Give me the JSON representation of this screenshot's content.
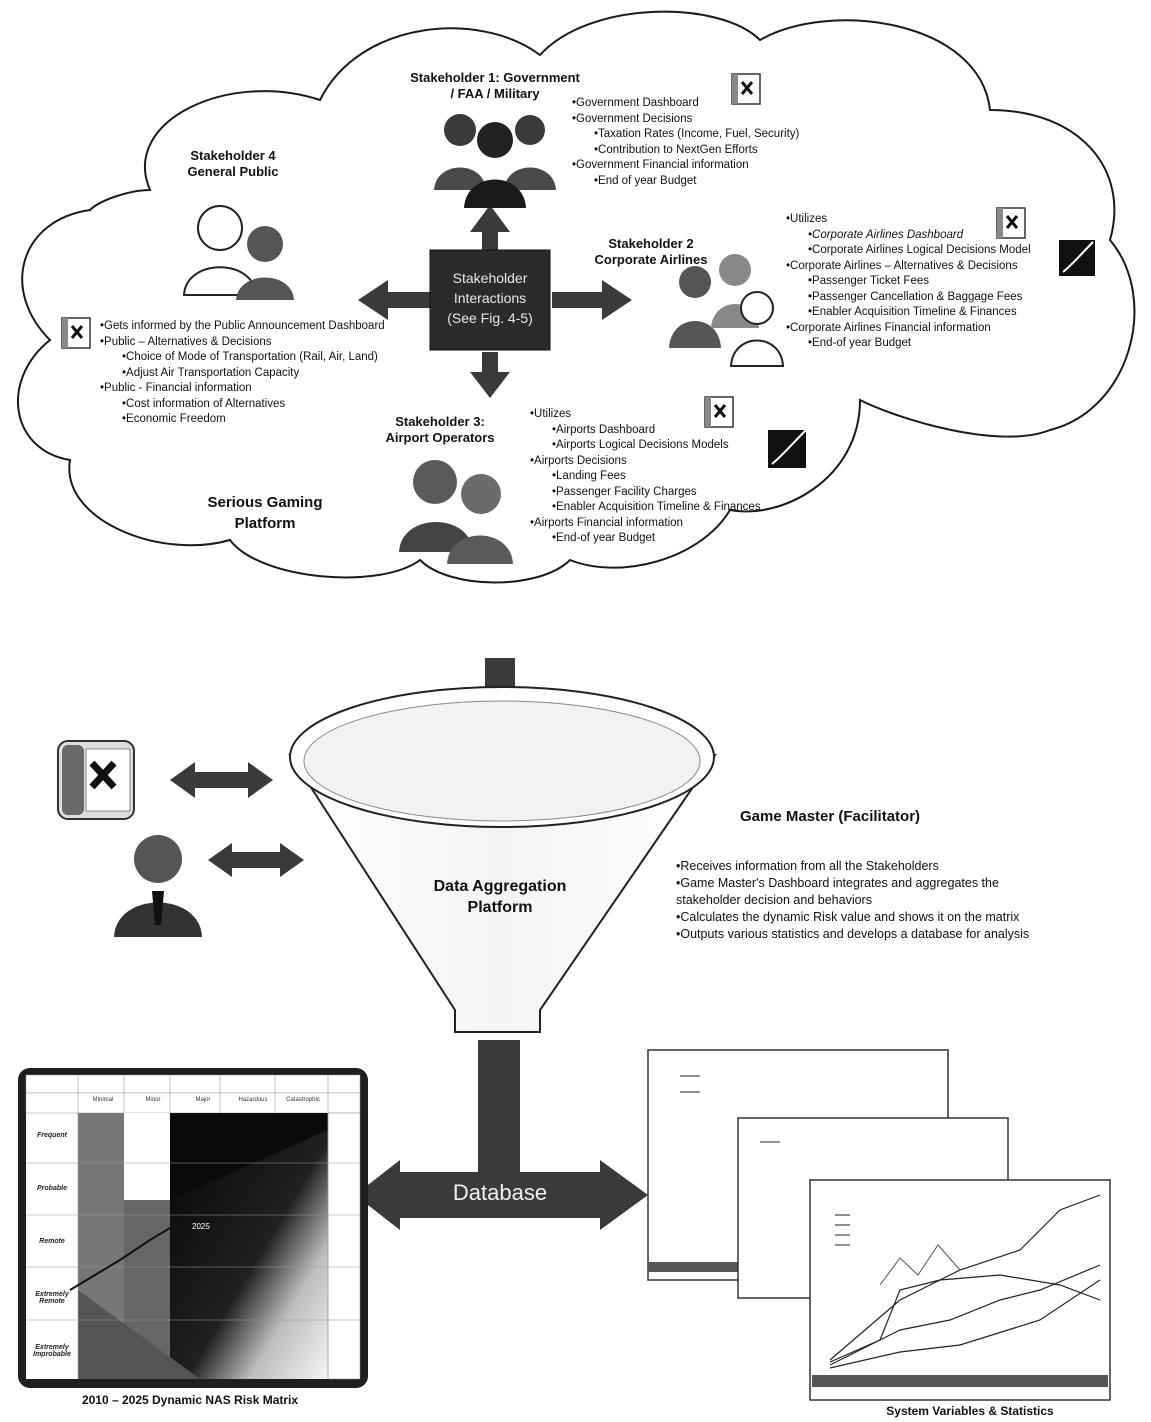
{
  "stakeholders": {
    "government": {
      "title": "Stakeholder 1: Government / FAA / Military",
      "items": [
        {
          "text": "•Government Dashboard",
          "level": 1
        },
        {
          "text": "•Government Decisions",
          "level": 1
        },
        {
          "text": "•Taxation Rates (Income, Fuel, Security)",
          "level": 2
        },
        {
          "text": "•Contribution to NextGen Efforts",
          "level": 2
        },
        {
          "text": "•Government Financial information",
          "level": 1
        },
        {
          "text": "•End of year Budget",
          "level": 2
        }
      ]
    },
    "public": {
      "title_line1": "Stakeholder 4",
      "title_line2": "General Public",
      "items": [
        {
          "text": "•Gets informed by the Public Announcement Dashboard",
          "level": 1
        },
        {
          "text": "•Public – Alternatives & Decisions",
          "level": 1
        },
        {
          "text": "•Choice of Mode of Transportation (Rail, Air, Land)",
          "level": 2
        },
        {
          "text": "•Adjust Air Transportation Capacity",
          "level": 2
        },
        {
          "text": "•Public - Financial information",
          "level": 1
        },
        {
          "text": "•Cost information of Alternatives",
          "level": 2
        },
        {
          "text": "•Economic Freedom",
          "level": 2
        }
      ]
    },
    "airlines": {
      "title_line1": "Stakeholder 2",
      "title_line2": "Corporate Airlines",
      "items": [
        {
          "text": "•Utilizes",
          "level": 1
        },
        {
          "text": "•Corporate Airlines Dashboard",
          "level": 3
        },
        {
          "text": "•Corporate Airlines Logical Decisions Model",
          "level": 2
        },
        {
          "text": "•Corporate Airlines – Alternatives & Decisions",
          "level": 1
        },
        {
          "text": "•Passenger Ticket Fees",
          "level": 2
        },
        {
          "text": "•Passenger Cancellation & Baggage Fees",
          "level": 2
        },
        {
          "text": "•Enabler Acquisition Timeline & Finances",
          "level": 2
        },
        {
          "text": "•Corporate Airlines Financial information",
          "level": 1
        },
        {
          "text": "•End-of year Budget",
          "level": 2
        }
      ]
    },
    "airports": {
      "title_line1": "Stakeholder 3:",
      "title_line2": "Airport Operators",
      "items": [
        {
          "text": "•Utilizes",
          "level": 1
        },
        {
          "text": "•Airports Dashboard",
          "level": 2
        },
        {
          "text": "•Airports Logical Decisions Models",
          "level": 2
        },
        {
          "text": "•Airports Decisions",
          "level": 1
        },
        {
          "text": "•Landing Fees",
          "level": 2
        },
        {
          "text": "•Passenger Facility Charges",
          "level": 2
        },
        {
          "text": "•Enabler Acquisition Timeline & Finances",
          "level": 2
        },
        {
          "text": "•Airports Financial information",
          "level": 1
        },
        {
          "text": "•End-of year Budget",
          "level": 2
        }
      ]
    }
  },
  "interactions": {
    "line1": "Stakeholder",
    "line2": "Interactions",
    "line3": "(See Fig. 4-5)"
  },
  "platform_label": {
    "line1": "Serious Gaming",
    "line2": "Platform"
  },
  "aggregation": {
    "line1": "Data Aggregation",
    "line2": "Platform"
  },
  "game_master": {
    "title": "Game Master (Facilitator)",
    "items": [
      "•Receives information from all the Stakeholders",
      "•Game Master's Dashboard integrates and aggregates the",
      "stakeholder decision and behaviors",
      "•Calculates the dynamic Risk value and shows it on the matrix",
      "•Outputs various statistics and develops a database for analysis"
    ]
  },
  "database_label": "Database",
  "captions": {
    "risk_matrix": "2010 – 2025 Dynamic NAS Risk Matrix",
    "statistics": "System Variables & Statistics"
  },
  "risk_matrix": {
    "col_headers": [
      "Minimal",
      "Minor",
      "Major",
      "Hazardous",
      "Catastrophic"
    ],
    "row_labels": [
      "Frequent",
      "Probable",
      "Remote",
      "Extremely Remote",
      "Extremely Improbable"
    ],
    "year_marker": "2025"
  },
  "colors": {
    "arrow": "#3a3a3a",
    "center_box": "#2b2b2b",
    "cloud_stroke": "#222222"
  },
  "icons": [
    "excel-icon",
    "decision-model-icon",
    "people-icon",
    "facilitator-icon"
  ]
}
